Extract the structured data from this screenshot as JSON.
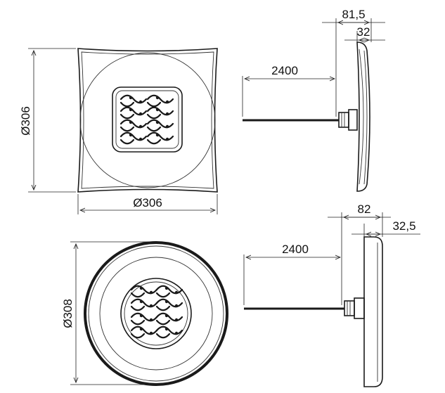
{
  "colors": {
    "line": "#1a1a1a",
    "background": "#ffffff"
  },
  "top_front_view": {
    "shape": "square",
    "height_label": "Ø306",
    "width_label": "Ø306"
  },
  "top_side_view": {
    "cable_label": "2400",
    "depth_label": "81,5",
    "body_label": "32"
  },
  "bottom_front_view": {
    "shape": "round",
    "diameter_label": "Ø308"
  },
  "bottom_side_view": {
    "cable_label": "2400",
    "depth_label": "82",
    "body_label": "32,5"
  }
}
